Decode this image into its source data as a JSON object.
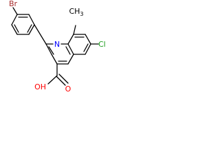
{
  "structure": {
    "labels": {
      "bromine": "Br",
      "chlorine": "Cl",
      "nitrogen": "N",
      "hydroxyl": "OH",
      "carbonyl_oxygen": "O",
      "methyl": "CH",
      "methyl_subscript": "3"
    }
  },
  "colors": {
    "bromine": "#a52a2a",
    "chlorine": "#1f9d1f",
    "nitrogen": "#0000ff",
    "oxygen": "#ff0000",
    "carbon": "#000000"
  }
}
